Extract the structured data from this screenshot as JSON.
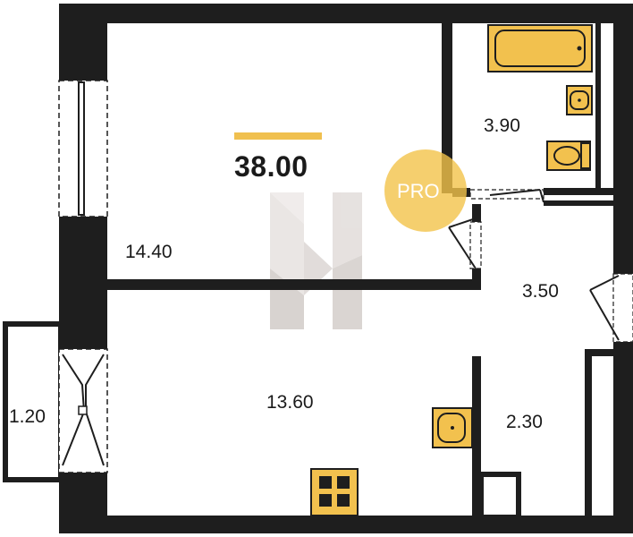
{
  "total_area": "38.00",
  "badge_text": "PRO",
  "rooms": [
    {
      "id": "living-room",
      "area": "14.40"
    },
    {
      "id": "bathroom",
      "area": "3.90"
    },
    {
      "id": "hallway",
      "area": "3.50"
    },
    {
      "id": "kitchen",
      "area": "13.60"
    },
    {
      "id": "wardrobe",
      "area": "2.30"
    },
    {
      "id": "balcony",
      "area": "1.20"
    }
  ],
  "colors": {
    "wall": "#1e1e1e",
    "fixture_fill": "#f2c14e",
    "accent_bar": "#f0c04f",
    "badge": "#f3c34a",
    "watermark": "#c8c0bc"
  },
  "icons": [
    "bathtub-icon",
    "washbasin-icon",
    "toilet-icon",
    "stove-icon",
    "kitchen-sink-icon",
    "logo-watermark-icon"
  ]
}
